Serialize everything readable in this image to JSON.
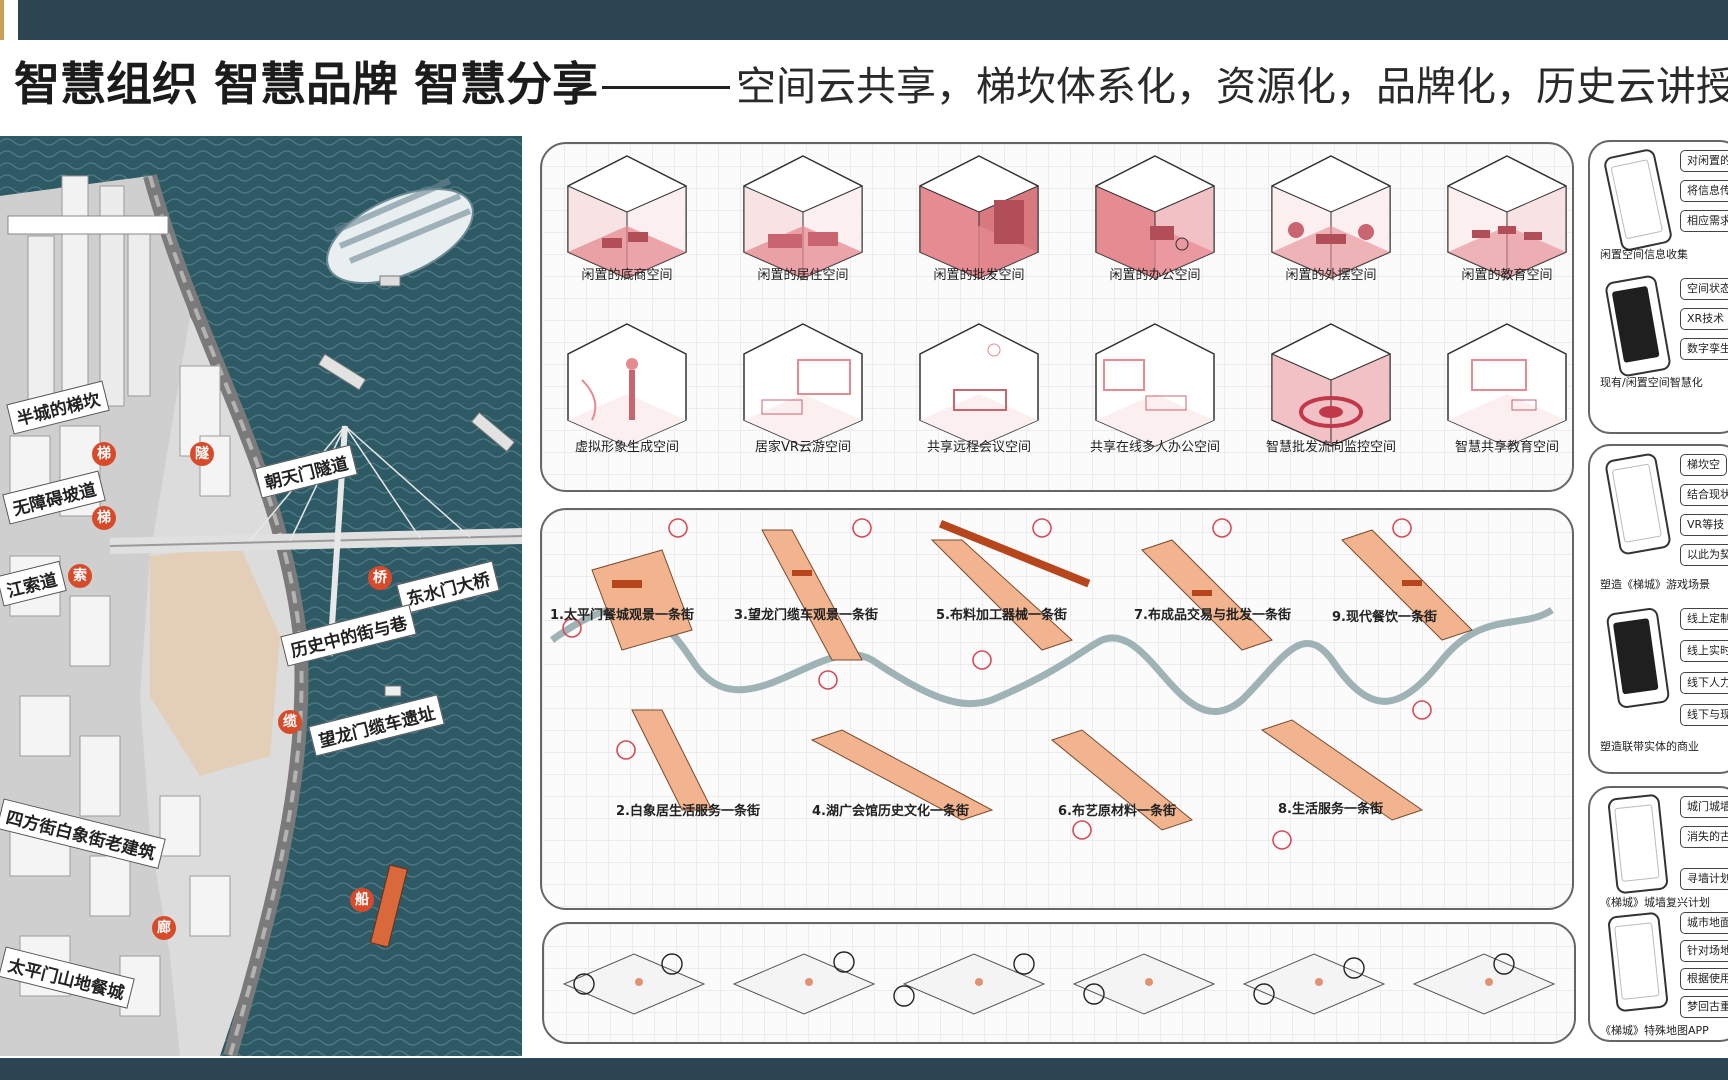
{
  "header": {
    "title_bold": "智慧组织 智慧品牌 智慧分享",
    "title_rest": "空间云共享，梯坎体系化，资源化，品牌化，历史云讲授"
  },
  "map": {
    "labels": [
      {
        "icon": "梯",
        "text": "半城的梯坎"
      },
      {
        "icon": "梯",
        "text": "无障碍坡道"
      },
      {
        "icon": "索",
        "text": "江索道"
      },
      {
        "icon": "隧",
        "text": "朝天门隧道"
      },
      {
        "icon": "桥",
        "text": "东水门大桥"
      },
      {
        "icon": "",
        "text": "历史中的街与巷"
      },
      {
        "icon": "缆",
        "text": "望龙门缆车遗址"
      },
      {
        "icon": "",
        "text": "四方街白象街老建筑"
      },
      {
        "icon": "船",
        "text": ""
      },
      {
        "icon": "廊",
        "text": "太平门山地餐城"
      }
    ],
    "colors": {
      "river": "#2e5a66",
      "building": "#e9e9e9",
      "accent": "#d84a2a"
    }
  },
  "spaces": {
    "idle": [
      "闲置的底商空间",
      "闲置的居住空间",
      "闲置的批发空间",
      "闲置的办公空间",
      "闲置的外摆空间",
      "闲置的教育空间"
    ],
    "smart": [
      "虚拟形象生成空间",
      "居家VR云游空间",
      "共享远程会议空间",
      "共享在线多人办公空间",
      "智慧批发流向监控空间",
      "智慧共享教育空间"
    ]
  },
  "streets": [
    "1.太平门餐城观景一条街",
    "3.望龙门缆车观景一条街",
    "5.布料加工器械一条街",
    "7.布成品交易与批发一条街",
    "9.现代餐饮一条街",
    "2.白象居生活服务一条街",
    "4.湖广会馆历史文化一条街",
    "6.布艺原材料一条街",
    "8.生活服务一条街"
  ],
  "right": {
    "p1_tags": [
      "对闲置的",
      "将信息传",
      "相应需求"
    ],
    "p1_cap1": "闲置空间信息收集",
    "p1_tags2": [
      "空间状态",
      "XR技术",
      "数字孪生"
    ],
    "p1_cap2": "现有/闲置空间智慧化",
    "p2_tags": [
      "梯坎空",
      "结合现状",
      "VR等技",
      "以此为契"
    ],
    "p2_cap1": "塑造《梯城》游戏场景",
    "p2_tags2": [
      "线上定制",
      "线上实时",
      "线下人力",
      "线下与现"
    ],
    "p2_cap2": "塑造联带实体的商业",
    "p3_tags": [
      "城门城墙",
      "消失的古",
      "寻墙计划"
    ],
    "p3_cap1": "《梯城》城墙复兴计划",
    "p3_tags2": [
      "城市地面",
      "针对场地",
      "根据使用",
      "梦回古重庆"
    ],
    "p3_cap2": "《梯城》特殊地图APP"
  },
  "palette": {
    "pink": "#e58b91",
    "salmon": "#f1b48f",
    "rust": "#b8461d",
    "teal": "#2b4652"
  }
}
